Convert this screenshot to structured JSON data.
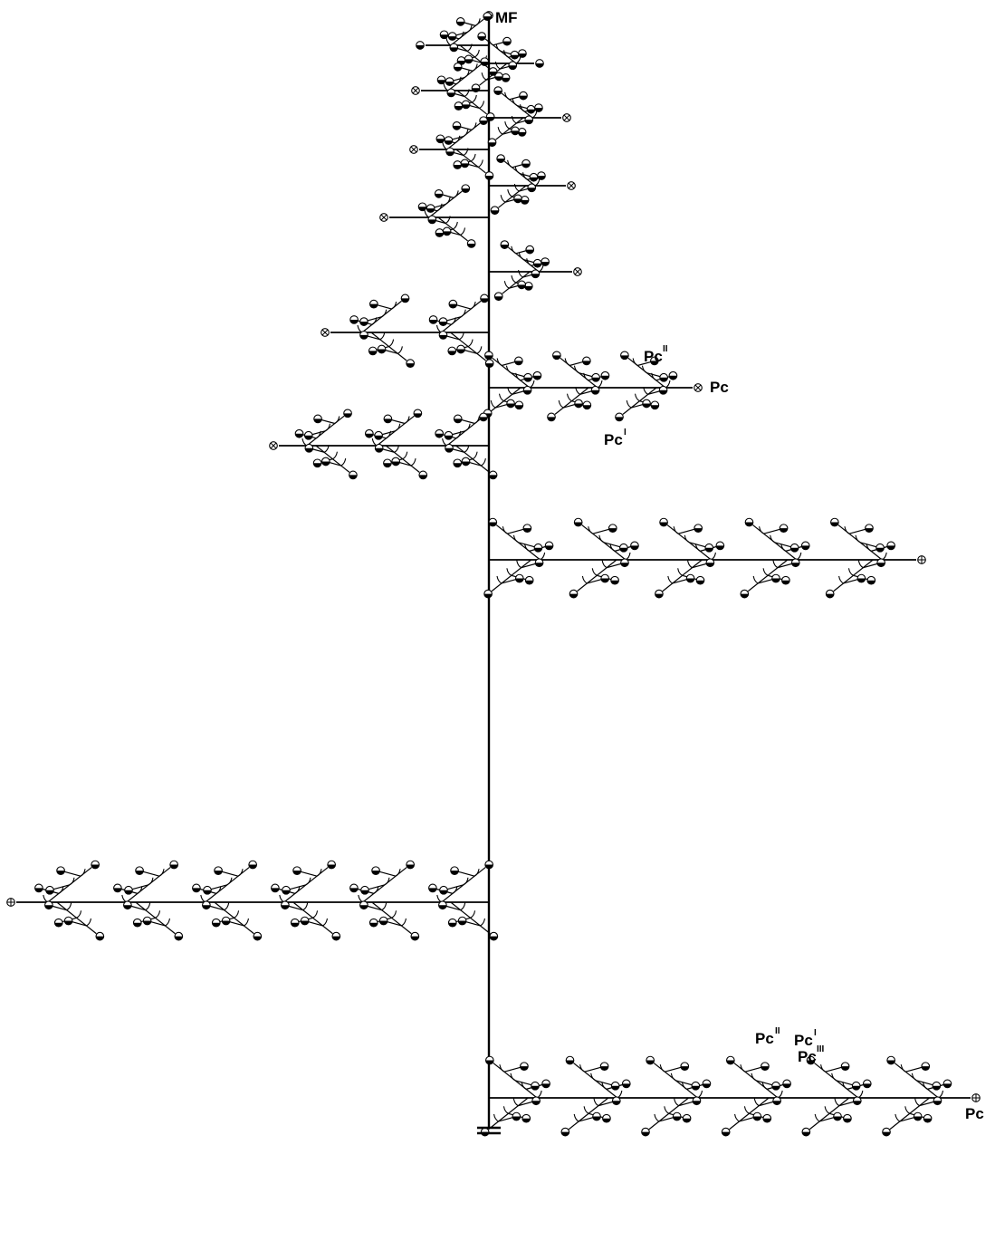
{
  "labels": {
    "main_flower": "MF",
    "pc": "Pc",
    "pc_prime": "Pc",
    "pc_prime_mark": "I",
    "pc_double": "Pc",
    "pc_double_mark": "II",
    "pc_triple": "Pc",
    "pc_triple_mark": "III"
  },
  "colors": {
    "line": "#000000",
    "background": "#ffffff"
  }
}
